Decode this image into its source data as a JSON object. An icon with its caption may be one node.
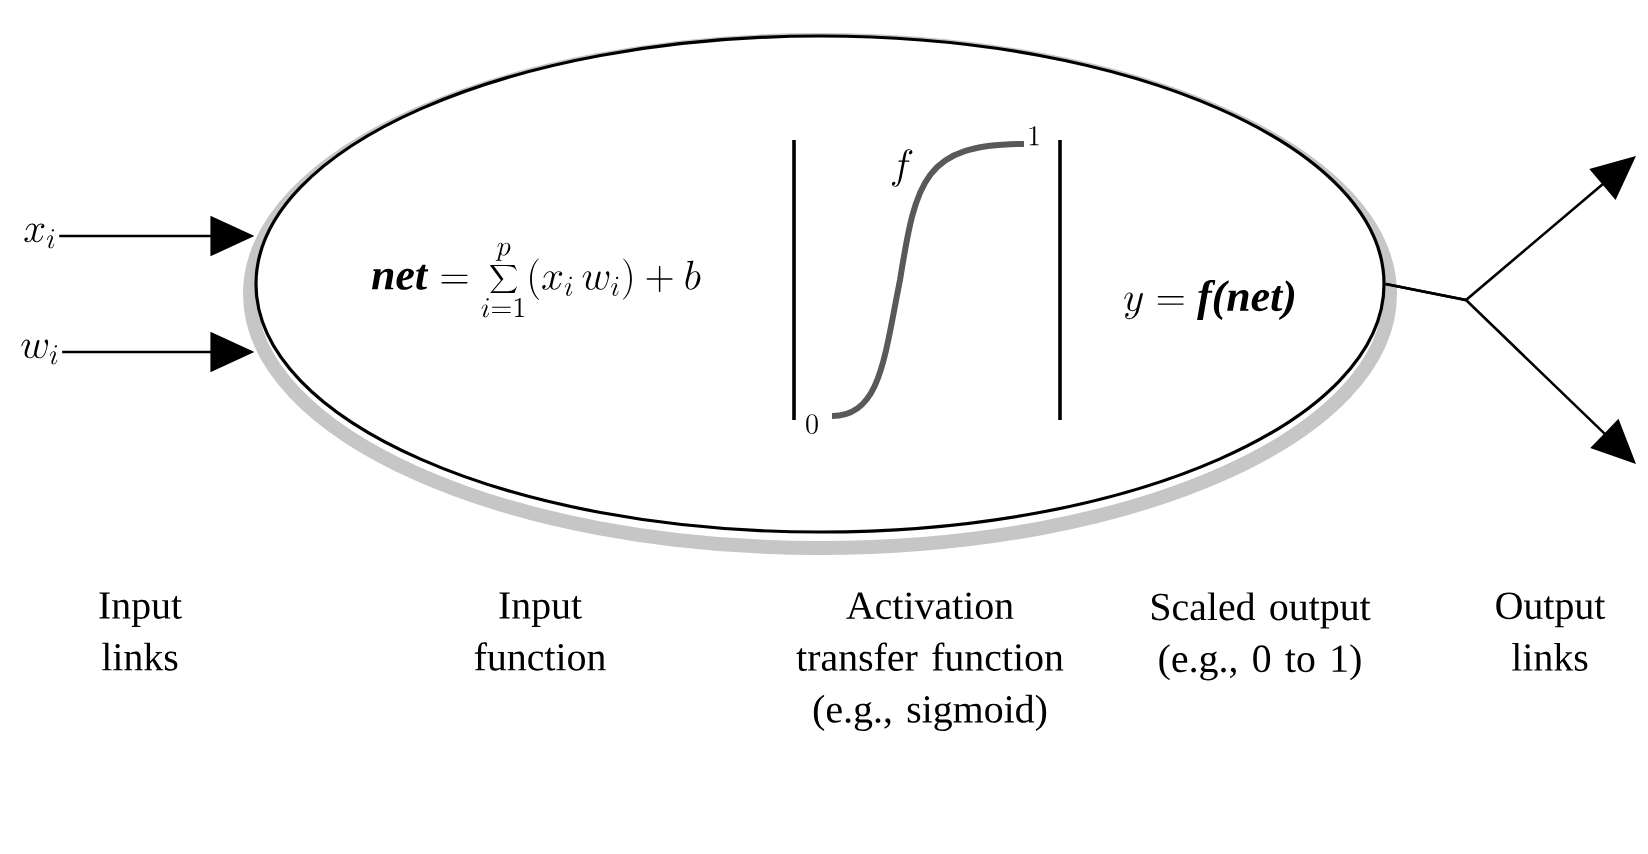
{
  "diagram": {
    "nodes": [
      {
        "text": [
          "x_{i}"
        ]
      },
      {
        "text": [
          "w_{i}"
        ]
      },
      {
        "text": [
          "\\textbf{\\textit{net}}=\\sum_{i=1}^{p}(x_{i}\\,w_{i})+b",
          "f",
          "0",
          "1",
          "y=\\textbf{\\textit{f(net)}}"
        ]
      }
    ],
    "edges": [
      {
        "from": 0,
        "to": 2,
        "arrow": "to"
      },
      {
        "from": 1,
        "to": 2,
        "arrow": "to"
      },
      {
        "from": 2,
        "to": null,
        "arrow": "to"
      },
      {
        "from": 2,
        "to": null,
        "arrow": "to"
      }
    ],
    "labels": [
      "Input links",
      "Input function",
      "Activation transfer function (e.g., sigmoid)",
      "Scaled output (e.g., 0 to 1)",
      "Output links"
    ]
  }
}
